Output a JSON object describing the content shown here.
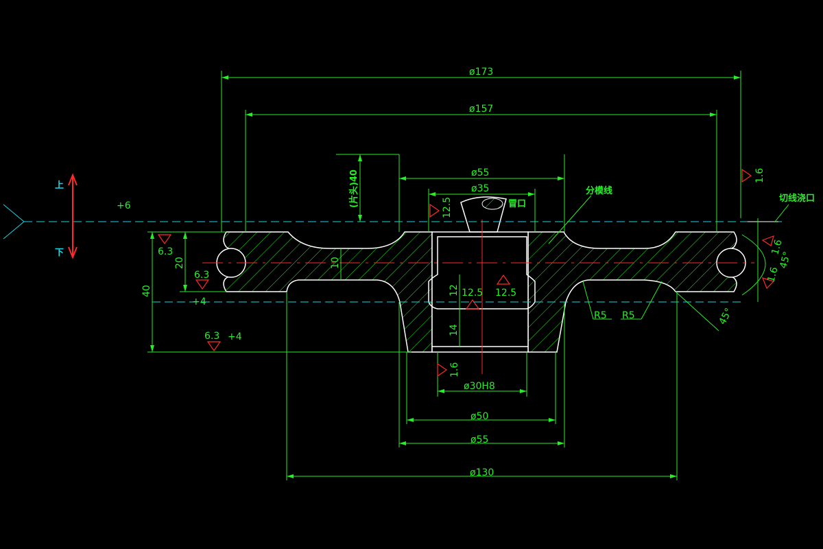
{
  "colors": {
    "background": "#000000",
    "dimension": "#28ee28",
    "outline": "#ffffff",
    "center": "#ff2a2a",
    "axis": "#19d6e6",
    "hatch": "#28ee28"
  },
  "dimensions": {
    "d173": "ø173",
    "d157": "ø157",
    "d55_top": "ø55",
    "d35": "ø35",
    "d30": "ø30H8",
    "d50": "ø50",
    "d55_bottom": "ø55",
    "d130": "ø130",
    "h40_left": "40",
    "h20": "20",
    "h10": "10",
    "h12": "12",
    "h14": "14",
    "h40_top": "(片头)40",
    "r5_a": "R5",
    "r5_b": "R5",
    "angle_a": "45°",
    "angle_b": "45°"
  },
  "tolerances": {
    "top": "+6",
    "mid": "+4",
    "bottom": "+4"
  },
  "roughness": {
    "r1": "6.3",
    "r2": "6.3",
    "r3": "6.3",
    "r4": "12.5",
    "r5": "12.5",
    "r6": "12.5",
    "r7": "1.6",
    "r8": "1.6",
    "r9": "1.6",
    "r10": "1.6"
  },
  "labels": {
    "up": "上",
    "down": "下",
    "parting_line": "分模线",
    "riser": "冒口",
    "cut_gate": "切线浇口"
  }
}
